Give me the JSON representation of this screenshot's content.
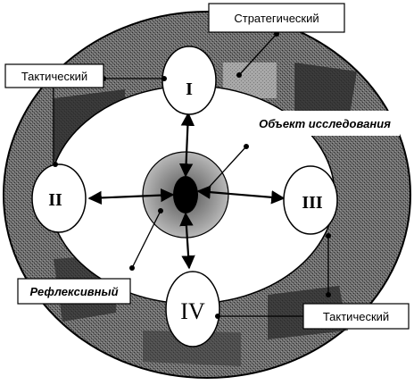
{
  "labels": {
    "strategic": "Стратегический",
    "tactical_left": "Тактический",
    "tactical_right": "Тактический",
    "object": "Объект исследования",
    "reflexive": "Рефлексивный"
  },
  "nodes": {
    "top": "I",
    "left": "II",
    "right": "III",
    "bottom": "IV"
  }
}
